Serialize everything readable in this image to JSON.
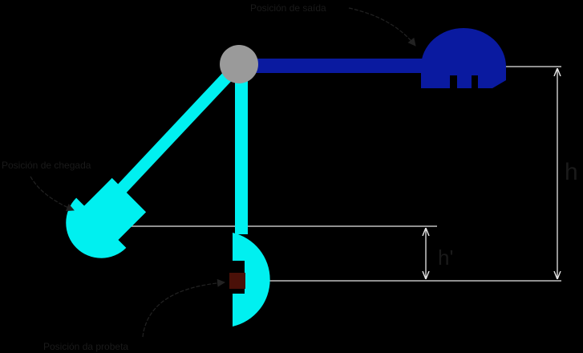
{
  "labels": {
    "start_position": "Posición de saída",
    "arrival_position": "Posición de chegada",
    "specimen_position": "Posición da probeta",
    "height_h": "h",
    "height_h_prime": "h'"
  },
  "colors": {
    "background": "#000000",
    "pendulum_start": "#0a1aa0",
    "pendulum_moving": "#00f0f0",
    "pivot": "#9a9a9a",
    "specimen": "#4a1008",
    "lines": "#e6e6e6",
    "text": "#1a1a1a"
  }
}
